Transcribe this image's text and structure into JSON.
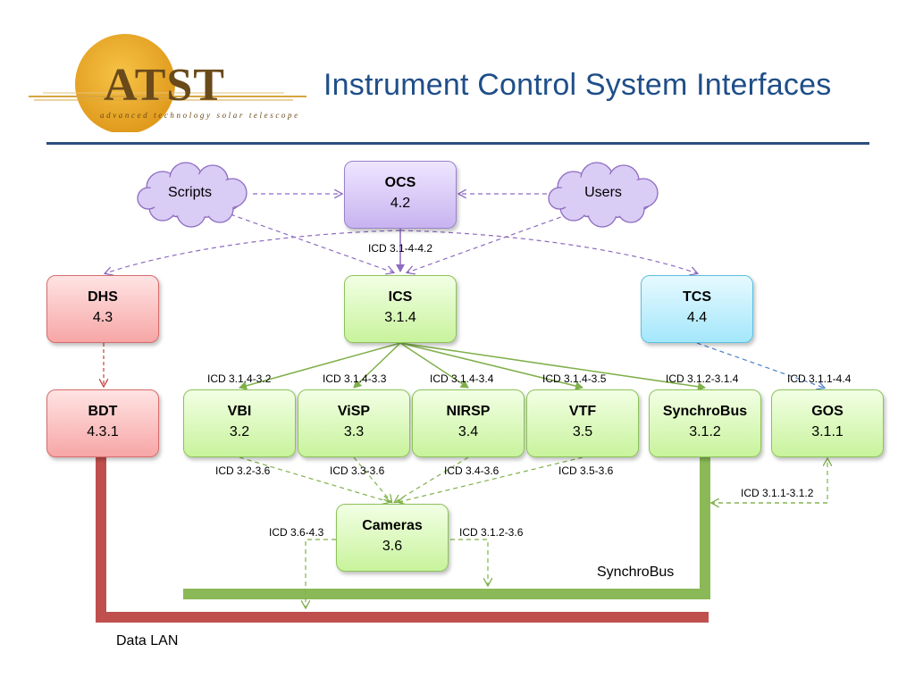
{
  "slide": {
    "title": "Instrument Control System Interfaces"
  },
  "logo": {
    "text": "ATST",
    "tagline": "advanced technology solar telescope"
  },
  "nodes": {
    "ocs": {
      "name": "OCS",
      "num": "4.2"
    },
    "ics": {
      "name": "ICS",
      "num": "3.1.4"
    },
    "dhs": {
      "name": "DHS",
      "num": "4.3"
    },
    "tcs": {
      "name": "TCS",
      "num": "4.4"
    },
    "bdt": {
      "name": "BDT",
      "num": "4.3.1"
    },
    "vbi": {
      "name": "VBI",
      "num": "3.2"
    },
    "visp": {
      "name": "ViSP",
      "num": "3.3"
    },
    "nirsp": {
      "name": "NIRSP",
      "num": "3.4"
    },
    "vtf": {
      "name": "VTF",
      "num": "3.5"
    },
    "synchrobus": {
      "name": "SynchroBus",
      "num": "3.1.2"
    },
    "gos": {
      "name": "GOS",
      "num": "3.1.1"
    },
    "cameras": {
      "name": "Cameras",
      "num": "3.6"
    }
  },
  "clouds": {
    "scripts": "Scripts",
    "users": "Users"
  },
  "icd_labels": {
    "ocs_ics": "ICD 3.1-4-4.2",
    "ics_vbi": "ICD 3.1.4-3.2",
    "ics_visp": "ICD 3.1.4-3.3",
    "ics_nirsp": "ICD 3.1.4-3.4",
    "ics_vtf": "ICD 3.1.4-3.5",
    "sync_ics": "ICD 3.1.2-3.1.4",
    "gos_tcs": "ICD 3.1.1-4.4",
    "vbi_cam": "ICD 3.2-3.6",
    "visp_cam": "ICD 3.3-3.6",
    "nirsp_cam": "ICD 3.4-3.6",
    "vtf_cam": "ICD 3.5-3.6",
    "gos_sync": "ICD 3.1.1-3.1.2",
    "cam_dhs": "ICD 3.6-4.3",
    "cam_sync": "ICD 3.1.2-3.6"
  },
  "buses": {
    "synchrobus": "SynchroBus",
    "data_lan": "Data LAN"
  },
  "colors": {
    "title": "#1f4e89",
    "purple_link": "#8e6bc0",
    "green_link": "#7fb04a",
    "red_link": "#c94040",
    "blue_link": "#4a7fc8",
    "synchrobus_line": "#8bb957",
    "datalan_line": "#c0504d"
  }
}
